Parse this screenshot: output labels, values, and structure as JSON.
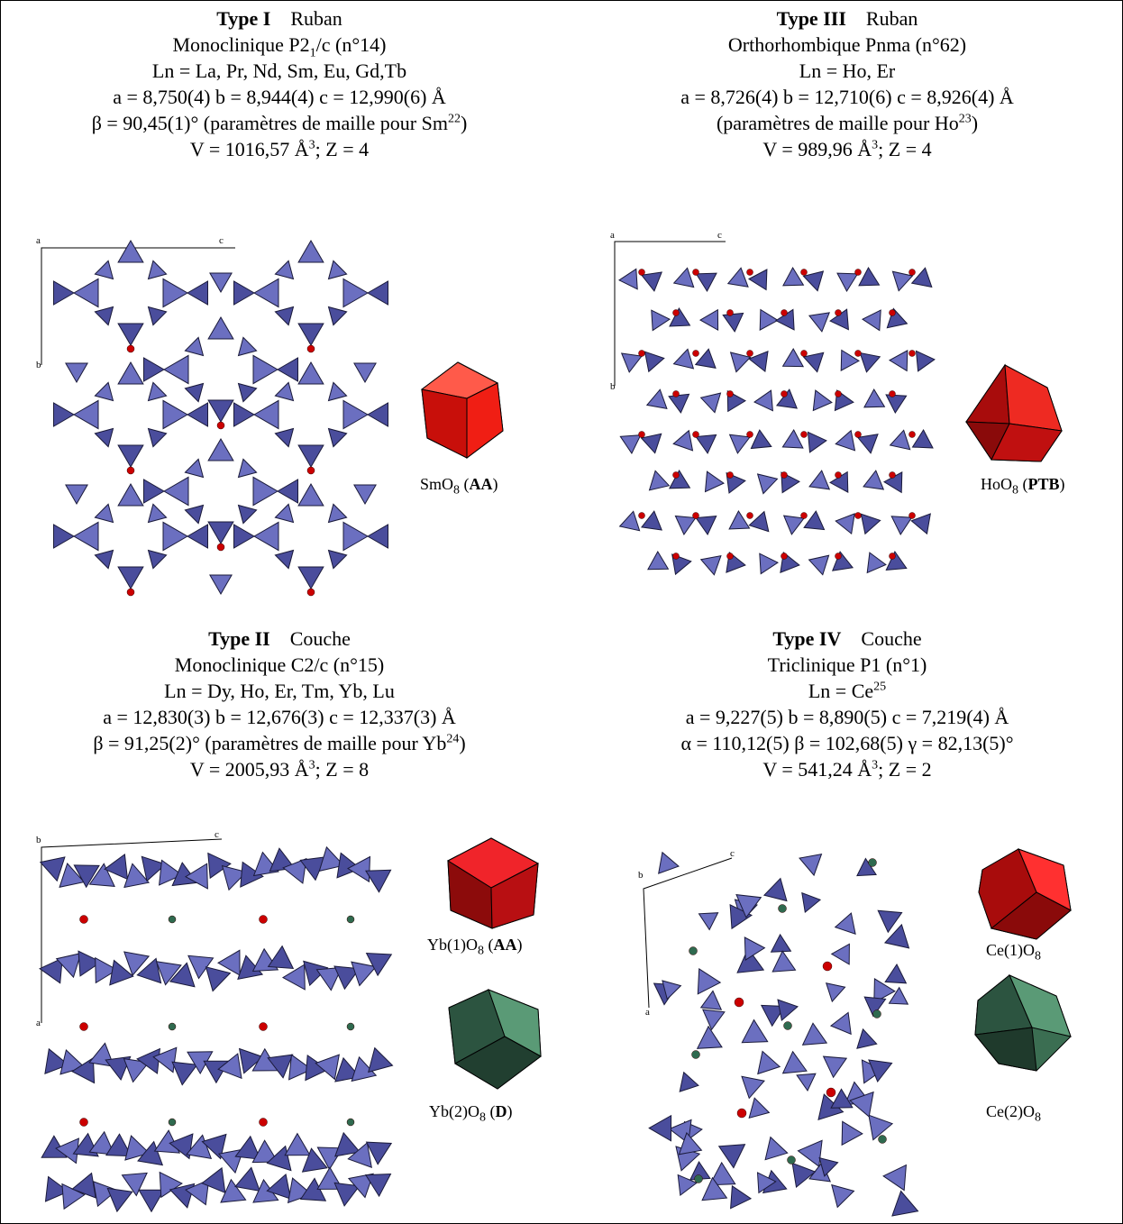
{
  "colors": {
    "polyhedra": "#6b6fc0",
    "polyhedra_dark": "#2f3270",
    "ln_red": "#cc0000",
    "ln_green": "#2f6a4f",
    "poly_red": "#e8141c",
    "poly_green": "#3b6e52"
  },
  "panels": [
    {
      "id": "type-i",
      "type": "Type I",
      "kind": "Ruban",
      "system": "Monoclinique P2",
      "system_sub": "1",
      "system_tail": "/c  (n°14)",
      "ln": "Ln = La, Pr, Nd, Sm, Eu, Gd,Tb",
      "cell": "a = 8,750(4)  b = 8,944(4)  c = 12,990(6) Å",
      "angle": "β = 90,45(1)°  (paramètres de maille pour Sm",
      "angle_sup": "22",
      "angle_tail": ")",
      "volume": "V = 1016,57 Å",
      "volume_sup": "3",
      "volume_tail": "; Z = 4",
      "axes": {
        "h": "c",
        "v": "b",
        "origin": "a"
      },
      "polyhedra": [
        {
          "formula": "SmO",
          "sub": "8",
          "tag": "AA",
          "color": "red"
        }
      ]
    },
    {
      "id": "type-iii",
      "type": "Type III",
      "kind": "Ruban",
      "system": "Orthorhombique Pnma (n°62)",
      "ln": "Ln = Ho, Er",
      "cell": "a = 8,726(4)  b = 12,710(6)  c = 8,926(4) Å",
      "angle": "(paramètres de maille pour Ho",
      "angle_sup": "23",
      "angle_tail": ")",
      "volume": "V = 989,96 Å",
      "volume_sup": "3",
      "volume_tail": ";  Z = 4",
      "axes": {
        "h": "c",
        "v": "b",
        "origin": "a"
      },
      "polyhedra": [
        {
          "formula": "HoO",
          "sub": "8",
          "tag": "PTB",
          "color": "red"
        }
      ]
    },
    {
      "id": "type-ii",
      "type": "Type II",
      "kind": "Couche",
      "system": "Monoclinique C2/c  (n°15)",
      "ln": "Ln = Dy, Ho, Er, Tm, Yb, Lu",
      "cell": "a = 12,830(3)   b = 12,676(3)   c = 12,337(3) Å",
      "angle": "β = 91,25(2)°  (paramètres de maille pour Yb",
      "angle_sup": "24",
      "angle_tail": ")",
      "volume": "V = 2005,93 Å",
      "volume_sup": "3",
      "volume_tail": "; Z = 8",
      "axes": {
        "h": "c",
        "v": "a",
        "origin": "b"
      },
      "polyhedra": [
        {
          "formula": "Yb(1)O",
          "sub": "8",
          "tag": "AA",
          "color": "red"
        },
        {
          "formula": "Yb(2)O",
          "sub": "8",
          "tag": "D",
          "color": "green"
        }
      ]
    },
    {
      "id": "type-iv",
      "type": "Type IV",
      "kind": "Couche",
      "system": "Triclinique P1 (n°1)",
      "ln": "Ln = Ce",
      "ln_sup": "25",
      "cell": "a = 9,227(5)    b = 8,890(5)    c = 7,219(4) Å",
      "angle": "α = 110,12(5)  β = 102,68(5)  γ = 82,13(5)°",
      "volume": "V = 541,24 Å",
      "volume_sup": "3",
      "volume_tail": "; Z = 2",
      "axes": {
        "h": "c",
        "v": "a",
        "origin": "b"
      },
      "polyhedra": [
        {
          "formula": "Ce(1)O",
          "sub": "8",
          "tag": "",
          "color": "red"
        },
        {
          "formula": "Ce(2)O",
          "sub": "8",
          "tag": "",
          "color": "green"
        }
      ]
    }
  ]
}
